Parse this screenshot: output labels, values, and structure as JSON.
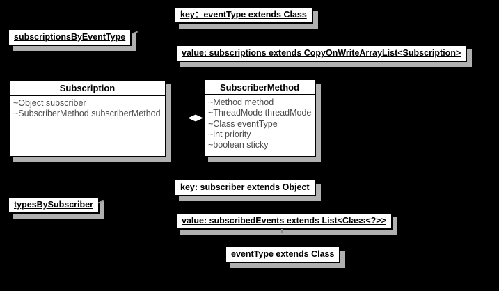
{
  "colors": {
    "background": "#000000",
    "box_fill": "#ffffff",
    "box_border": "#000000",
    "shadow": "#b0b0b0",
    "field_text": "#4a4a4a",
    "diamond_fill": "#ffffff"
  },
  "notes": {
    "key_event_type": "key：eventType extends Class",
    "subscriptions_by_event_type": "subscriptionsByEventType",
    "value_subscriptions": "value: subscriptions extends CopyOnWriteArrayList<Subscription>",
    "key_subscriber": "key: subscriber extends Object",
    "types_by_subscriber": "typesBySubscriber",
    "value_subscribed_events": "value: subscribedEvents extends List<Class<?>>",
    "event_type": "eventType extends Class"
  },
  "classes": {
    "subscription": {
      "name": "Subscription",
      "fields": [
        "~Object subscriber",
        "~SubscriberMethod subscriberMethod"
      ]
    },
    "subscriber_method": {
      "name": "SubscriberMethod",
      "fields": [
        "~Method method",
        "~ThreadMode threadMode",
        "~Class eventType",
        "~int priority",
        "~boolean sticky"
      ]
    }
  }
}
